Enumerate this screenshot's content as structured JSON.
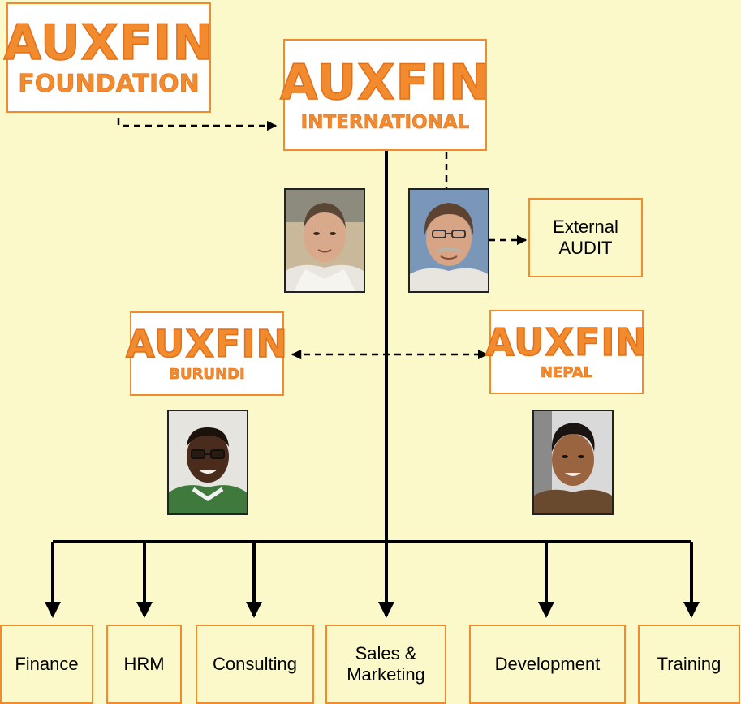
{
  "logos": {
    "foundation": {
      "brand": "AUXFIN",
      "subtitle": "FOUNDATION"
    },
    "international": {
      "brand": "AUXFIN",
      "subtitle": "INTERNATIONAL"
    },
    "burundi": {
      "brand": "AUXFIN",
      "subtitle": "BURUNDI"
    },
    "nepal": {
      "brand": "AUXFIN",
      "subtitle": "NEPAL"
    }
  },
  "external_audit": {
    "line1": "External",
    "line2": "AUDIT"
  },
  "departments": [
    {
      "label": "Finance"
    },
    {
      "label": "HRM"
    },
    {
      "label": "Consulting"
    },
    {
      "line1": "Sales &",
      "line2": "Marketing"
    },
    {
      "label": "Development"
    },
    {
      "label": "Training"
    }
  ],
  "colors": {
    "background": "#fbf8c9",
    "accent": "#f28a2e",
    "line": "#000000"
  }
}
